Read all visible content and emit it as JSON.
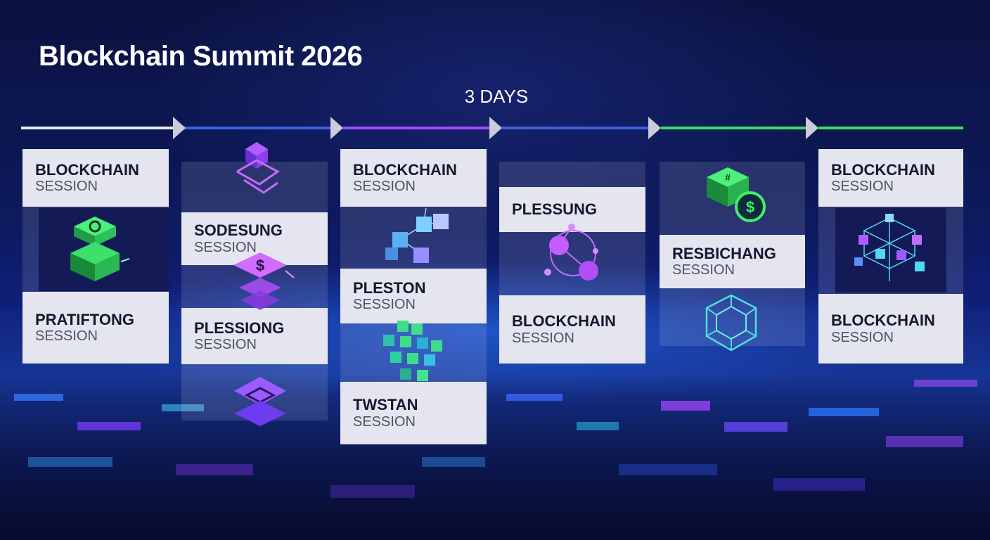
{
  "header": {
    "title": "Blockchain Summit 2026",
    "duration": "3 DAYS"
  },
  "colors": {
    "background": "#0d1a5c",
    "card": "#e4e5ee",
    "accent_purple": "#a24bff",
    "accent_green": "#35e35a",
    "accent_blue": "#3f5fe0"
  },
  "columns": [
    {
      "cards": [
        {
          "name": "BLOCKCHAIN",
          "sub": "SESSION"
        },
        {
          "name": "PRATIFTONG",
          "sub": "SESSION"
        }
      ],
      "icons": [
        "green-cube-stack-icon"
      ]
    },
    {
      "cards": [
        {
          "name": "SODESUNG",
          "sub": "SESSION"
        },
        {
          "name": "PLESSIONG",
          "sub": "SESSION"
        }
      ],
      "icons": [
        "purple-cube-link-icon",
        "dollar-block-icon",
        "layered-block-icon"
      ]
    },
    {
      "cards": [
        {
          "name": "BLOCKCHAIN",
          "sub": "SESSION"
        },
        {
          "name": "PLESTON",
          "sub": "SESSION"
        },
        {
          "name": "TWSTAN",
          "sub": "SESSION"
        }
      ],
      "icons": [
        "cube-network-icon",
        "cube-cluster-icon"
      ]
    },
    {
      "cards": [
        {
          "name": "PLESSUNG",
          "sub": ""
        },
        {
          "name": "BLOCKCHAIN",
          "sub": "SESSION"
        }
      ],
      "icons": [
        "node-graph-icon"
      ]
    },
    {
      "cards": [
        {
          "name": "RESBICHANG",
          "sub": "SESSION"
        }
      ],
      "icons": [
        "green-box-coin-icon",
        "wireframe-polyhedron-icon"
      ]
    },
    {
      "cards": [
        {
          "name": "BLOCKCHAIN",
          "sub": "SESSION"
        },
        {
          "name": "BLOCKCHAIN",
          "sub": "SESSION"
        }
      ],
      "icons": [
        "wireframe-cube-network-icon"
      ]
    }
  ]
}
